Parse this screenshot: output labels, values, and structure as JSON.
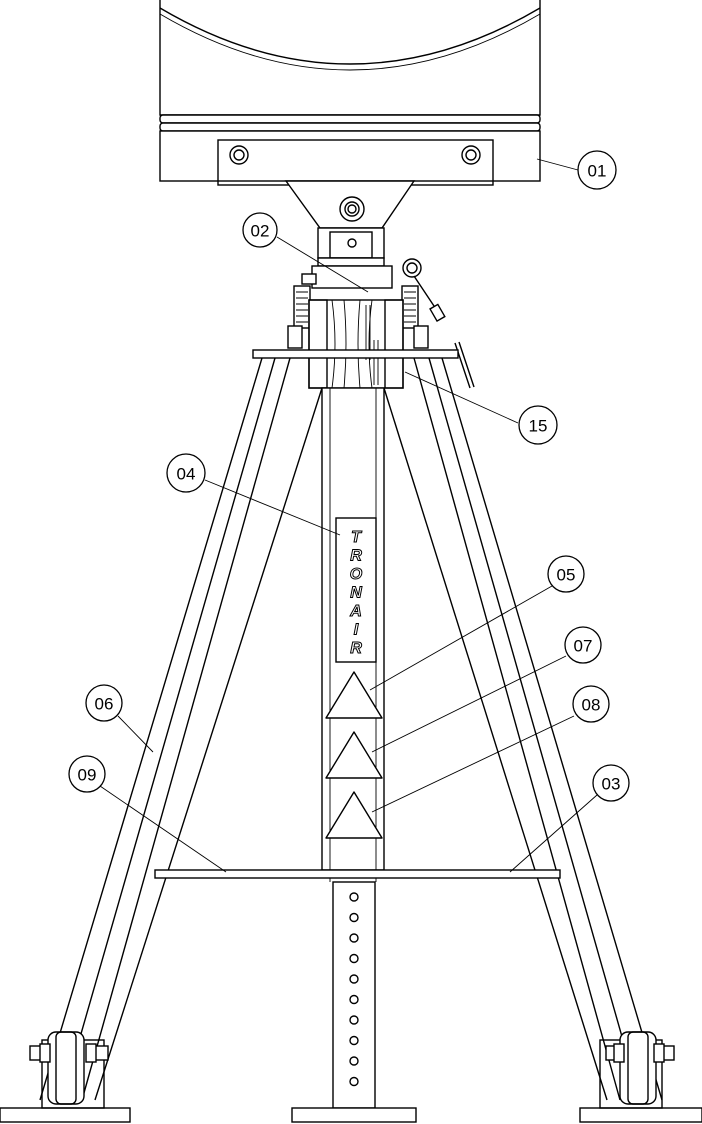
{
  "colors": {
    "line": "#000000",
    "background": "#ffffff"
  },
  "logo": {
    "letters": [
      "T",
      "R",
      "O",
      "N",
      "A",
      "I",
      "R"
    ]
  },
  "callouts": {
    "c01": "01",
    "c02": "02",
    "c03": "03",
    "c04": "04",
    "c05": "05",
    "c06": "06",
    "c07": "07",
    "c08": "08",
    "c09": "09",
    "c15": "15"
  }
}
